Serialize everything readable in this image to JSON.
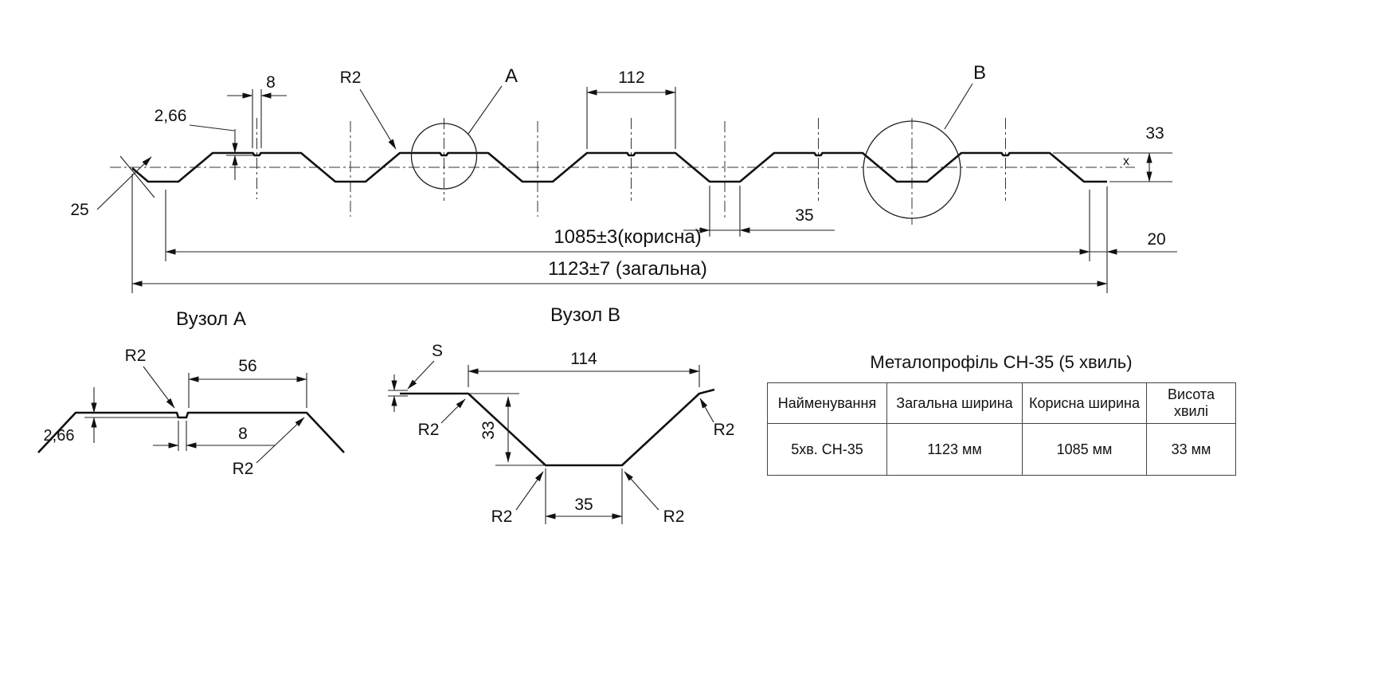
{
  "main_view": {
    "labels": {
      "dim_8": "8",
      "dim_2_66": "2,66",
      "dim_r2": "R2",
      "node_a": "А",
      "dim_112": "112",
      "node_b": "В",
      "dim_33": "33",
      "axis_x": "х",
      "dim_25": "25",
      "dim_35": "35",
      "dim_useful": "1085±3(корисна)",
      "dim_total": "1123±7 (загальна)",
      "dim_20": "20"
    }
  },
  "node_a": {
    "title": "Вузол А",
    "labels": {
      "r2_top": "R2",
      "dim_56": "56",
      "dim_2_66": "2,66",
      "dim_8": "8",
      "r2_bottom": "R2"
    }
  },
  "node_b": {
    "title": "Вузол В",
    "labels": {
      "s": "S",
      "dim_114": "114",
      "r2_left": "R2",
      "dim_33": "33",
      "r2_bottom_left": "R2",
      "dim_35": "35",
      "r2_bottom_right": "R2",
      "r2_right": "R2"
    }
  },
  "table": {
    "title": "Металопрофіль СН-35 (5 хвиль)",
    "columns": [
      "Найменування",
      "Загальна ширина",
      "Корисна ширина",
      "Висота хвилі"
    ],
    "row": [
      "5хв. СН-35",
      "1123 мм",
      "1085 мм",
      "33 мм"
    ]
  }
}
